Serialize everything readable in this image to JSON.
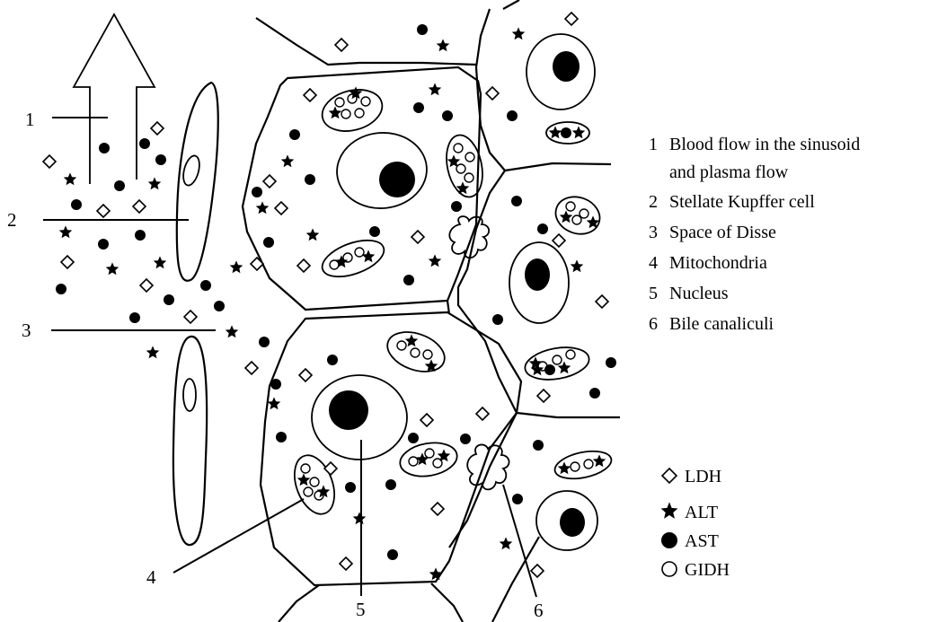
{
  "numbers": {
    "n1": "1",
    "n2": "2",
    "n3": "3",
    "n4": "4",
    "n5": "5",
    "n6": "6"
  },
  "key": [
    {
      "num": "1",
      "text": "Blood flow in the sinusoid"
    },
    {
      "num": "",
      "text": "and plasma flow"
    },
    {
      "num": "2",
      "text": "Stellate Kupffer cell"
    },
    {
      "num": "3",
      "text": "Space of Disse"
    },
    {
      "num": "4",
      "text": "Mitochondria"
    },
    {
      "num": "5",
      "text": "Nucleus"
    },
    {
      "num": "6",
      "text": "Bile canaliculi"
    }
  ],
  "legend": [
    {
      "symbol": "open-diamond-icon",
      "label": "LDH"
    },
    {
      "symbol": "star-icon",
      "label": "ALT"
    },
    {
      "symbol": "filled-circle-icon",
      "label": "AST"
    },
    {
      "symbol": "open-circle-icon",
      "label": "GIDH"
    }
  ]
}
